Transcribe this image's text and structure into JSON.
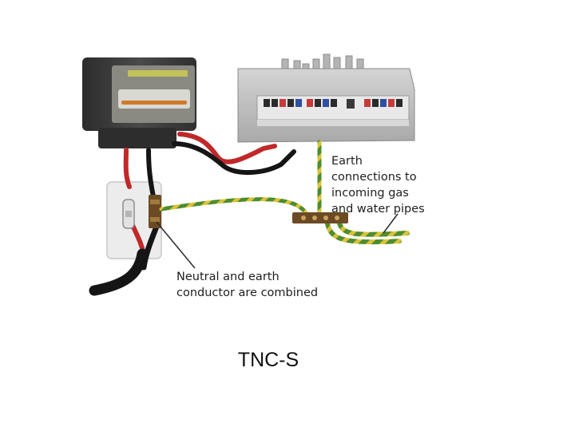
{
  "labels": {
    "earth_lines": [
      "Earth",
      "connections to",
      "incoming gas",
      "and water pipes"
    ],
    "combined_lines": [
      "Neutral and earth",
      "conductor are combined"
    ]
  },
  "caption": "TNC-S",
  "colors": {
    "live": "#c0282a",
    "neutral_cable": "#151515",
    "earth_green": "#4f8c2e",
    "earth_yellow": "#d8c33a",
    "meter_body": "#3e3e3e",
    "consumer_unit": "#bdbdbd",
    "terminal_bar": "#6b4a24"
  },
  "components": {
    "meter": "electricity-meter",
    "consumer_unit": "consumer-unit",
    "service_head": "service-cutout",
    "earth_bar": "main-earth-terminal",
    "pipes": "gas-and-water-pipes"
  }
}
